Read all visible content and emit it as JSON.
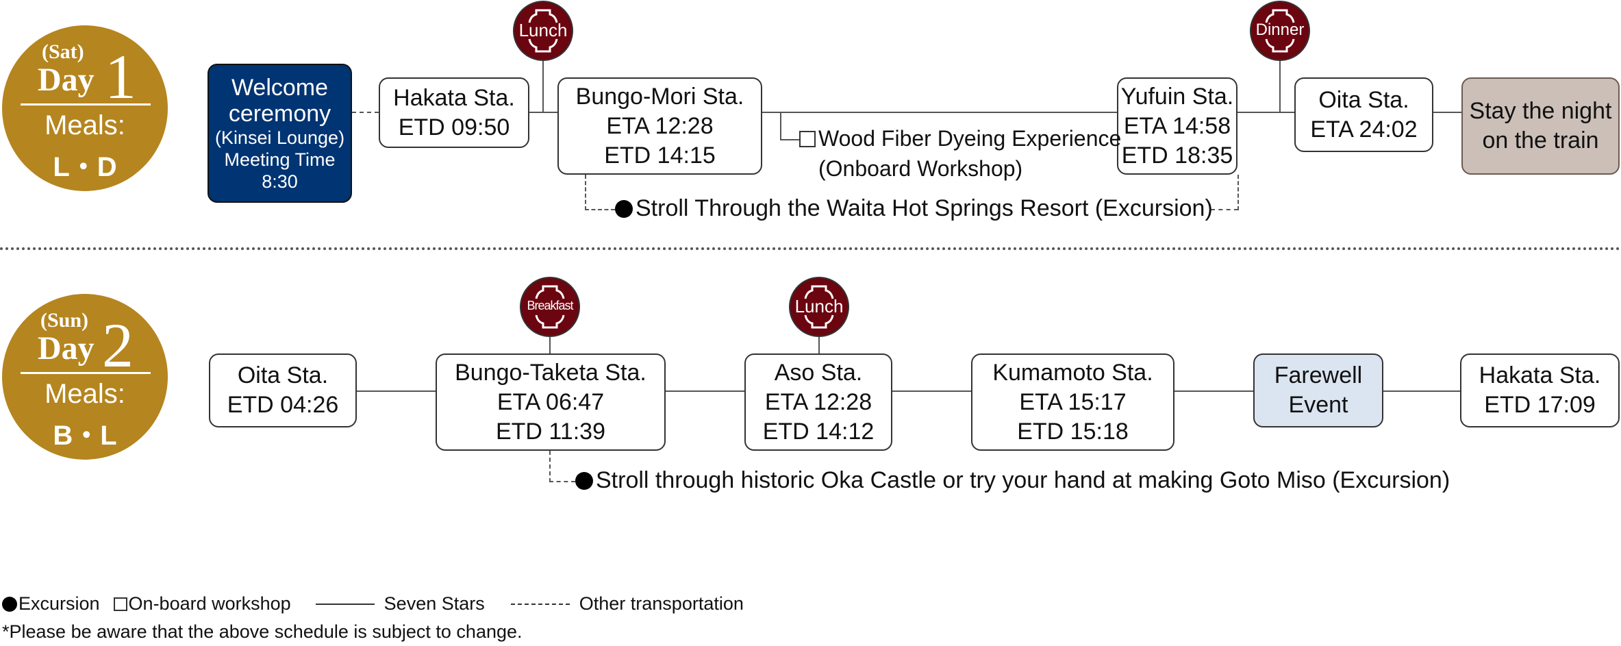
{
  "colors": {
    "day_badge": "#b5851f",
    "welcome_box": "#003473",
    "meal_icon": "#6b0510",
    "stay_box": "#cbbfb8",
    "farewell_box": "#dbe5f1"
  },
  "day1": {
    "weekday": "(Sat)",
    "day_label": "Day",
    "day_number": "1",
    "meals_label": "Meals:",
    "meal_codes": "L・D",
    "welcome": {
      "lines": [
        "Welcome",
        "ceremony",
        "(Kinsei Lounge)",
        "Meeting Time",
        "8:30"
      ]
    },
    "stops": [
      {
        "name": "Hakata Sta.",
        "times": [
          "ETD 09:50"
        ]
      },
      {
        "name": "Bungo-Mori Sta.",
        "times": [
          "ETA 12:28",
          "ETD 14:15"
        ]
      },
      {
        "name": "Yufuin Sta.",
        "times": [
          "ETA 14:58",
          "ETD 18:35"
        ]
      },
      {
        "name": "Oita Sta.",
        "times": [
          "ETA 24:02"
        ]
      }
    ],
    "stay": {
      "lines": [
        "Stay the night",
        "on the train"
      ]
    },
    "meals": [
      {
        "label": "Lunch",
        "icon": "meal-icon"
      },
      {
        "label": "Dinner",
        "icon": "meal-icon"
      }
    ],
    "workshop": {
      "line1": "Wood Fiber Dyeing Experience",
      "line2": "(Onboard Workshop)"
    },
    "excursion": "Stroll Through the Waita Hot Springs Resort (Excursion)"
  },
  "day2": {
    "weekday": "(Sun)",
    "day_label": "Day",
    "day_number": "2",
    "meals_label": "Meals:",
    "meal_codes": "B・L",
    "stops": [
      {
        "name": "Oita Sta.",
        "times": [
          "ETD 04:26"
        ]
      },
      {
        "name": "Bungo-Taketa Sta.",
        "times": [
          "ETA 06:47",
          "ETD 11:39"
        ]
      },
      {
        "name": "Aso Sta.",
        "times": [
          "ETA 12:28",
          "ETD 14:12"
        ]
      },
      {
        "name": "Kumamoto Sta.",
        "times": [
          "ETA 15:17",
          "ETD 15:18"
        ]
      },
      {
        "name": "Hakata Sta.",
        "times": [
          "ETD 17:09"
        ]
      }
    ],
    "farewell": {
      "lines": [
        "Farewell",
        "Event"
      ]
    },
    "meals": [
      {
        "label": "Breakfast",
        "icon": "meal-icon"
      },
      {
        "label": "Lunch",
        "icon": "meal-icon"
      }
    ],
    "excursion": "Stroll through historic Oka Castle or try your hand at making Goto Miso (Excursion)"
  },
  "legend": {
    "excursion": "Excursion",
    "workshop": "On-board workshop",
    "seven_stars": "Seven Stars",
    "other_transport": "Other transportation"
  },
  "note": "*Please be aware that the above schedule is subject to change."
}
